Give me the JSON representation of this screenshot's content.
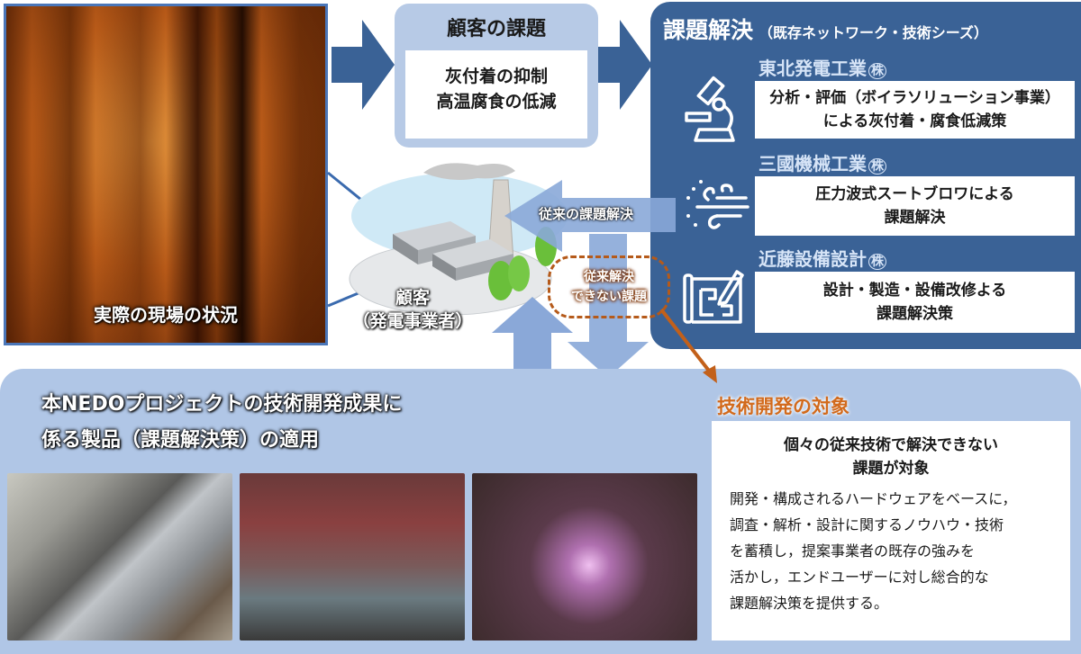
{
  "site_photo": {
    "caption": "実際の現場の状況",
    "icon": "ash-deposit-photo"
  },
  "customer_issue": {
    "title": "顧客の課題",
    "items": [
      "灰付着の抑制",
      "高温腐食の低減"
    ]
  },
  "solution_panel": {
    "title": "課題解決",
    "subtitle": "（既存ネットワーク・技術シーズ）",
    "companies": [
      {
        "name": "東北発電工業",
        "suffix": "株",
        "icon": "microscope-icon",
        "lines": [
          "分析・評価（ボイラソリューション事業）",
          "による灰付着・腐食低減策"
        ]
      },
      {
        "name": "三國機械工業",
        "suffix": "株",
        "icon": "wind-icon",
        "lines": [
          "圧力波式スートブロワによる",
          "課題解決"
        ]
      },
      {
        "name": "近藤設備設計",
        "suffix": "株",
        "icon": "blueprint-icon",
        "lines": [
          "設計・製造・設備改修よる",
          "課題解決策"
        ]
      }
    ]
  },
  "customer": {
    "line1": "顧客",
    "line2": "（発電事業者）"
  },
  "conventional_solution_label": "従来の課題解決",
  "unsolved_bubble": {
    "line1": "従来解決",
    "line2": "できない課題"
  },
  "bottom": {
    "title_line1": "本NEDOプロジェクトの技術開発成果に",
    "title_line2": "係る製品（課題解決策）の適用",
    "photos": [
      "pressure-wave-soot-blower-photo",
      "on-site-welding-photo",
      "plasma-cladding-photo"
    ]
  },
  "dev_target": {
    "label": "技術開発の対象",
    "lead_line1": "個々の従来技術で解決できない",
    "lead_line2": "課題が対象",
    "body": [
      "開発・構成されるハードウェアをベースに，",
      "調査・解析・設計に関するノウハウ・技術",
      "を蓄積し，提案事業者の既存の強みを",
      "活かし，エンドユーザーに対し総合的な",
      "課題解決策を提供する。"
    ]
  },
  "colors": {
    "dark_blue": "#3a6296",
    "light_blue": "#b0c6e6",
    "arrow_light": "#8aa8d8",
    "orange": "#d26a1c",
    "photo_border": "#4a76b8"
  }
}
